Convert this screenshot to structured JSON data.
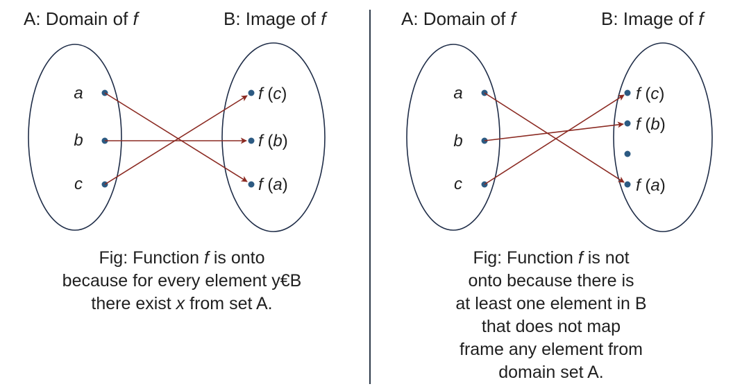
{
  "colors": {
    "ellipse": "#1f2d48",
    "dot": "#2c5a82",
    "arrow": "#8b2a22",
    "text": "#1f1f1f"
  },
  "diagrams": [
    {
      "domain_title": {
        "prefix": "A: Domain of ",
        "fn": "f"
      },
      "image_title": {
        "prefix": "B: Image of ",
        "fn": "f"
      },
      "domain_elements": [
        "a",
        "b",
        "c"
      ],
      "image_elements": [
        {
          "fn": "f",
          "arg": "c"
        },
        {
          "fn": "f",
          "arg": "b"
        },
        {
          "fn": "f",
          "arg": "a"
        }
      ],
      "caption": {
        "line1_prefix": "Fig: Function ",
        "line1_fn": "f",
        "line1_suffix": " is onto",
        "line2": "because for every element y€B",
        "line3_prefix": "there exist ",
        "line3_var": "x",
        "line3_suffix": " from set A."
      }
    },
    {
      "domain_title": {
        "prefix": "A: Domain of ",
        "fn": "f"
      },
      "image_title": {
        "prefix": "B: Image of ",
        "fn": "f"
      },
      "domain_elements": [
        "a",
        "b",
        "c"
      ],
      "image_elements": [
        {
          "fn": "f",
          "arg": "c"
        },
        {
          "fn": "f",
          "arg": "b"
        },
        {
          "fn": "",
          "arg": ""
        },
        {
          "fn": "f",
          "arg": "a"
        }
      ],
      "caption": {
        "line1_prefix": "Fig: Function ",
        "line1_fn": "f",
        "line1_suffix": " is not",
        "line2": "onto because there is",
        "line3": "at least one element in B",
        "line4": "that does not map",
        "line5": "frame any element from",
        "line6": "domain set A."
      }
    }
  ]
}
